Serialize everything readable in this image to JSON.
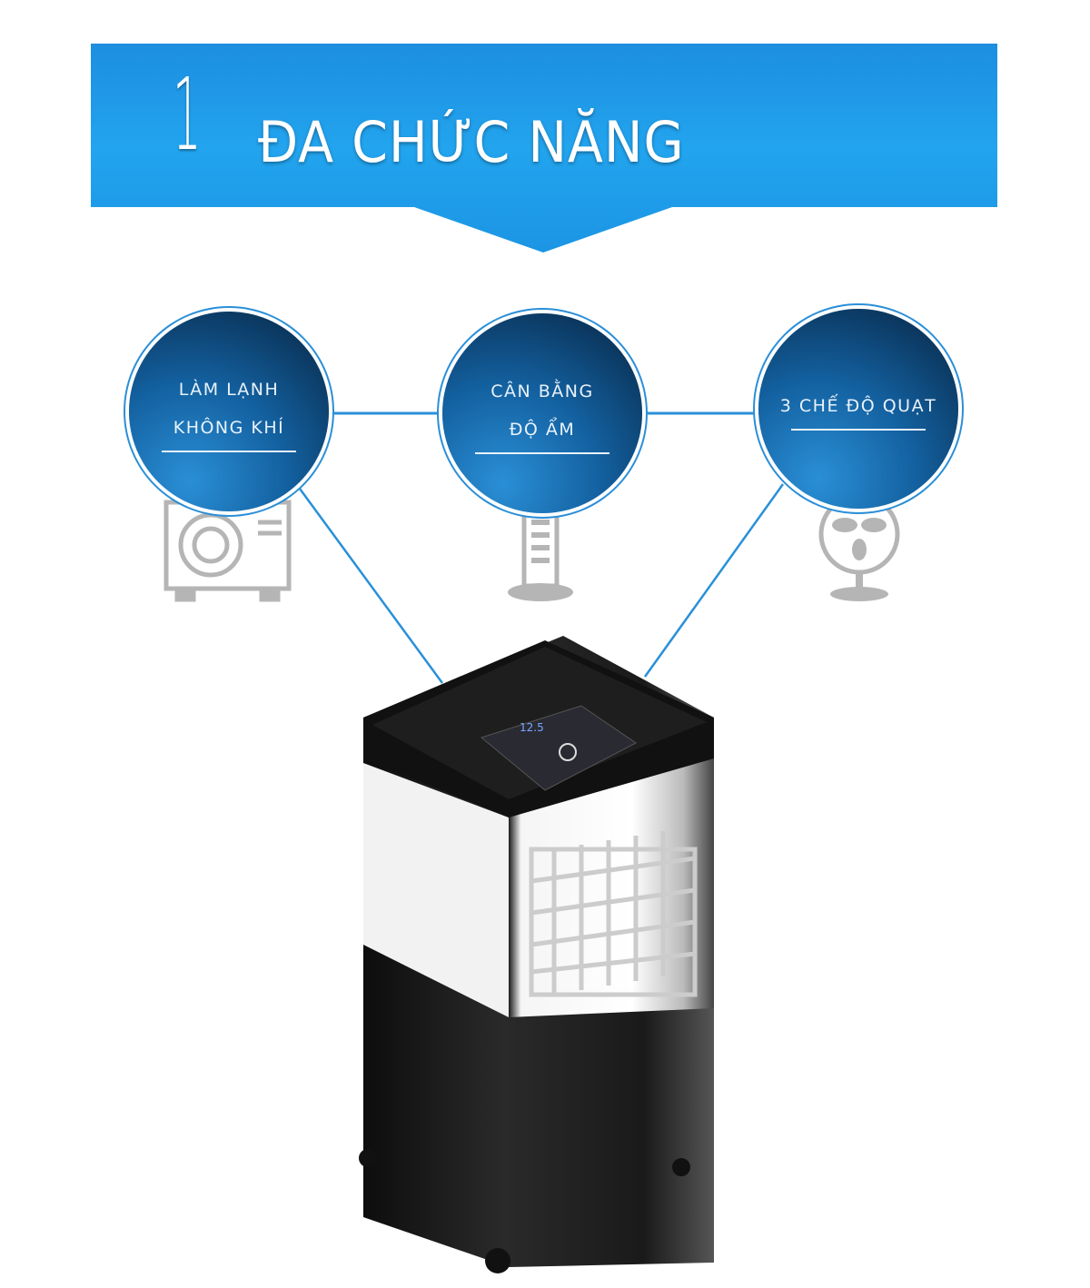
{
  "header": {
    "number": "1",
    "title": "ĐA CHỨC NĂNG",
    "color": "#1e9ce8"
  },
  "features": [
    {
      "lines": [
        "LÀM LẠNH",
        "KHÔNG KHÍ"
      ],
      "icon": "air-conditioner-icon"
    },
    {
      "lines": [
        "CÂN BẰNG",
        "ĐỘ ẨM"
      ],
      "icon": "tower-humidifier-icon"
    },
    {
      "lines": [
        "3 CHẾ ĐỘ QUẠT"
      ],
      "icon": "desk-fan-icon"
    }
  ],
  "product": {
    "display": "12.5"
  }
}
